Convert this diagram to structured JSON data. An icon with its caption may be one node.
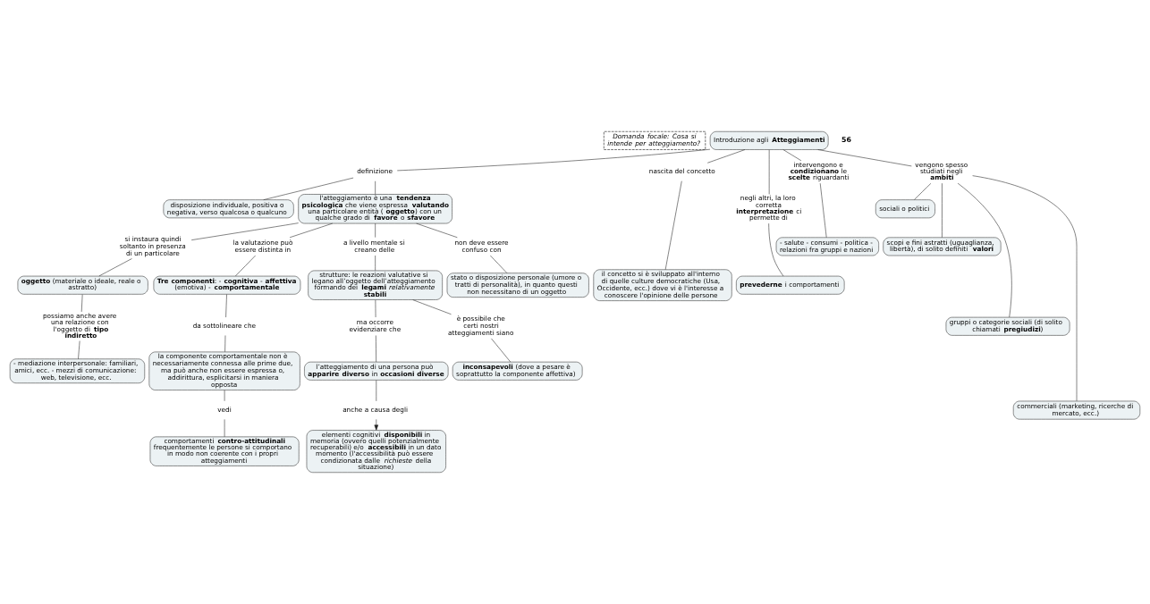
{
  "diagram": {
    "nodes": [
      {
        "text": [
          "Domanda focale: Cosa si intende per atteggiamento?"
        ]
      },
      {
        "text": [
          "Introduzione agli **Atteggiamenti**"
        ]
      },
      {
        "text": [
          "definizione"
        ]
      },
      {
        "text": [
          "disposizione individuale, positiva o negativa, verso qualcosa o qualcuno"
        ]
      },
      {
        "text": [
          "l'atteggiamento è una **tendenza psicologica** che viene espressa **valutando** una particolare entità (**oggetto**) con un qualche grado di **favore** o **sfavore**"
        ]
      },
      {
        "text": [
          "nascita del concetto"
        ]
      },
      {
        "text": [
          "negli altri, la loro corretta **interpretazione** ci permette di"
        ]
      },
      {
        "text": [
          "intervengono e **condizionano** le **scelte** riguardanti"
        ]
      },
      {
        "text": [
          "vengono spesso studiati negli **ambiti**"
        ]
      },
      {
        "text": [
          "sociali o politici"
        ]
      },
      {
        "text": [
          "si instaura quindi soltanto in presenza di un particolare"
        ]
      },
      {
        "text": [
          "la valutazione può essere distinta in"
        ]
      },
      {
        "text": [
          "a livello mentale si creano delle"
        ]
      },
      {
        "text": [
          "non deve essere confuso con"
        ]
      },
      {
        "text": [
          "stato o disposizione personale (umore o tratti di personalità), in quanto questi non necessitano di un oggetto"
        ]
      },
      {
        "text": [
          "- salute - consumi - politica - relazioni fra gruppi e nazioni"
        ]
      },
      {
        "text": [
          "scopi e fini astratti (uguaglianza, libertà), di solito definiti **valori**"
        ]
      },
      {
        "text": [
          "strutture: le reazioni valutative si legano all’oggetto dell’atteggiamento formando dei **legami** *relativamente* **stabili**"
        ]
      },
      {
        "text": [
          "il concetto si è sviluppato all'interno di quelle culture democratiche (Usa, Occidente, ecc.) dove vi è l'interesse a conoscere l'opinione delle persone"
        ]
      },
      {
        "text": [
          "**prevederne** i comportamenti"
        ]
      },
      {
        "text": [
          "gruppi o categorie sociali (di solito chiamati **pregiudizi**)"
        ]
      },
      {
        "text": [
          "**oggetto** (materiale o ideale, reale o astratto)"
        ]
      },
      {
        "text": [
          "**Tre componenti**: - **cognitiva** - **affettiva** (emotiva) - **comportamentale**"
        ]
      },
      {
        "text": [
          "ma occorre evidenziare che"
        ]
      },
      {
        "text": [
          "è possibile che certi nostri atteggiamenti siano"
        ]
      },
      {
        "text": [
          "commerciali (marketing, ricerche di mercato, ecc.)"
        ]
      },
      {
        "text": [
          "possiamo anche avere una relazione con l'oggetto di **tipo indiretto**"
        ]
      },
      {
        "text": [
          "l’atteggiamento di una persona può **apparire diverso** in **occasioni diverse**"
        ]
      },
      {
        "text": [
          "**inconsapevoli** (dove a pesare è soprattutto la componente affettiva)"
        ]
      },
      {
        "text": [
          "da sottolineare che"
        ]
      },
      {
        "text": [
          "anche a causa degli"
        ]
      },
      {
        "text": [
          "la componente comportamentale non è necessariamente connessa alle prime due, ma può anche non essere espressa o, addirittura, esplicitarsi in maniera opposta"
        ]
      },
      {
        "text": [
          "elementi cognitivi **disponibili** in memoria (ovvero quelli potenzialmente recuperabili) e/o **accessibili** in un dato momento (l'accessibilità può essere condizionata dalle *richieste* della situazione)"
        ]
      },
      {
        "text": [
          "- mediazione interpersonale: familiari, amici, ecc. - mezzi di comunicazione: web, televisione, ecc."
        ]
      },
      {
        "text": [
          "vedi"
        ]
      },
      {
        "text": [
          "comportamenti **contro-attitudinali** frequentemente le persone si comportano in modo non coerente con i propri atteggiamenti"
        ]
      }
    ],
    "edges": [
      {
        "from": 1,
        "to": 2,
        "arrow": "none"
      },
      {
        "from": 2,
        "to": 4,
        "arrow": "none"
      },
      {
        "from": 2,
        "to": 3,
        "arrow": "none"
      },
      {
        "from": 1,
        "to": 5,
        "arrow": "none"
      },
      {
        "from": 5,
        "to": 18,
        "arrow": "none"
      },
      {
        "from": 1,
        "to": 6,
        "arrow": "none"
      },
      {
        "from": 6,
        "to": 19,
        "arrow": "none"
      },
      {
        "from": 1,
        "to": 7,
        "arrow": "none"
      },
      {
        "from": 7,
        "to": 15,
        "arrow": "none"
      },
      {
        "from": 1,
        "to": 8,
        "arrow": "none"
      },
      {
        "from": 8,
        "to": 9,
        "arrow": "none"
      },
      {
        "from": 8,
        "to": 16,
        "arrow": "none"
      },
      {
        "from": 8,
        "to": 20,
        "arrow": "none"
      },
      {
        "from": 8,
        "to": 25,
        "arrow": "none"
      },
      {
        "from": 4,
        "to": 10,
        "arrow": "none"
      },
      {
        "from": 10,
        "to": 21,
        "arrow": "none"
      },
      {
        "from": 4,
        "to": 11,
        "arrow": "none"
      },
      {
        "from": 11,
        "to": 22,
        "arrow": "none"
      },
      {
        "from": 4,
        "to": 12,
        "arrow": "none"
      },
      {
        "from": 12,
        "to": 17,
        "arrow": "none"
      },
      {
        "from": 4,
        "to": 13,
        "arrow": "none"
      },
      {
        "from": 13,
        "to": 14,
        "arrow": "none"
      },
      {
        "from": 21,
        "to": 26,
        "arrow": "none"
      },
      {
        "from": 26,
        "to": 33,
        "arrow": "none"
      },
      {
        "from": 17,
        "to": 23,
        "arrow": "none"
      },
      {
        "from": 23,
        "to": 27,
        "arrow": "none"
      },
      {
        "from": 17,
        "to": 24,
        "arrow": "none"
      },
      {
        "from": 24,
        "to": 28,
        "arrow": "none"
      },
      {
        "from": 22,
        "to": 29,
        "arrow": "none"
      },
      {
        "from": 29,
        "to": 31,
        "arrow": "none"
      },
      {
        "from": 31,
        "to": 34,
        "arrow": "none"
      },
      {
        "from": 34,
        "to": 35,
        "arrow": "none"
      },
      {
        "from": 27,
        "to": 30,
        "arrow": "none"
      },
      {
        "from": 30,
        "to": 32,
        "arrow": "to"
      }
    ],
    "labels": [
      "56"
    ]
  }
}
